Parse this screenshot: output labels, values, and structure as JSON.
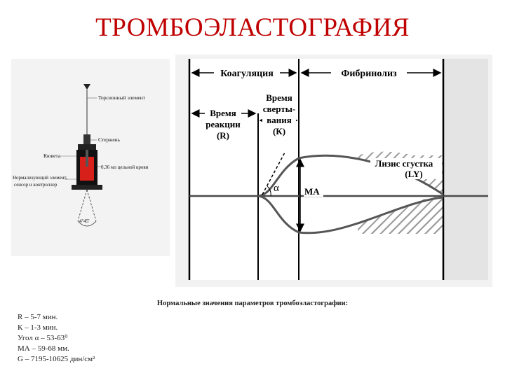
{
  "title": "ТРОМБОЭЛАСТОГРАФИЯ",
  "device": {
    "labels": {
      "torsion": "Торсионный элемент",
      "rod": "Стержень",
      "cuvette": "Кювета",
      "blood": "0,36 мл цельной крови",
      "sensor_line1": "Нормализующий элемент,",
      "sensor_line2": "сенсор и контроллер",
      "angle": "4°45'"
    }
  },
  "graph": {
    "phases": {
      "coagulation": "Коагуляция",
      "fibrinolysis": "Фибринолиз"
    },
    "r_label": [
      "Время",
      "реакции",
      "(R)"
    ],
    "k_label": [
      "Время",
      "сверты-",
      "вания",
      "(К)"
    ],
    "lysis_label": [
      "Лизис сгустка",
      "(LY)"
    ],
    "alpha": "α",
    "ma": "MA"
  },
  "caption": "Нормальные значения параметров тромбоэластографии:",
  "params": [
    "R – 5-7 мин.",
    "К – 1-3 мин.",
    "Угол α – 53-63⁰",
    "МА – 59-68 мм.",
    "G – 7195-10625 дин/см²"
  ]
}
